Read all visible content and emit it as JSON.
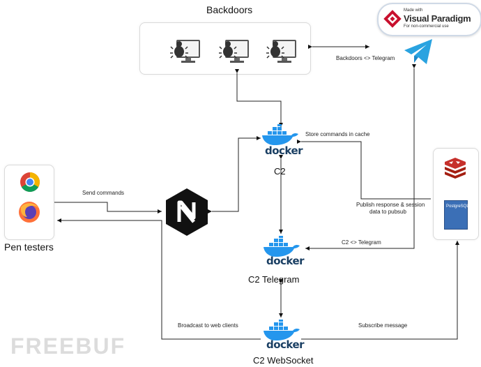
{
  "backdoors": {
    "title": "Backdoors",
    "computer_count": 3
  },
  "pen_testers": {
    "title": "Pen testers",
    "browsers": [
      "chrome-icon",
      "firefox-icon"
    ]
  },
  "nodes": {
    "c2": {
      "label": "C2",
      "logo": "docker"
    },
    "c2_telegram": {
      "label": "C2 Telegram",
      "logo": "docker"
    },
    "c2_websocket": {
      "label": "C2 WebSocket",
      "logo": "docker"
    },
    "proxy": {
      "logo": "nginx-icon"
    }
  },
  "storage": {
    "icons": [
      "redis-icon",
      "postgresql-icon"
    ],
    "postgres_label": "PostgreSQL"
  },
  "edges": {
    "backdoors_telegram": "Backdoors <> Telegram",
    "send_commands": "Send commands",
    "store_commands": "Store commands in cache",
    "publish_response_1": "Publish response & session",
    "publish_response_2": "data to pubsub",
    "c2_telegram": "C2 <> Telegram",
    "broadcast": "Broadcast to web clients",
    "subscribe": "Subscribe message"
  },
  "badge": {
    "made_with": "Made with",
    "brand": "Visual Paradigm",
    "note": "For non-commercial use"
  },
  "watermark": "FREEBUF",
  "colors": {
    "docker_blue": "#2496ed",
    "docker_text": "#1a3f63",
    "telegram": "#2aa3e0",
    "redis": "#c6302b",
    "postgres": "#3b6fb6",
    "nginx": "#111111"
  }
}
